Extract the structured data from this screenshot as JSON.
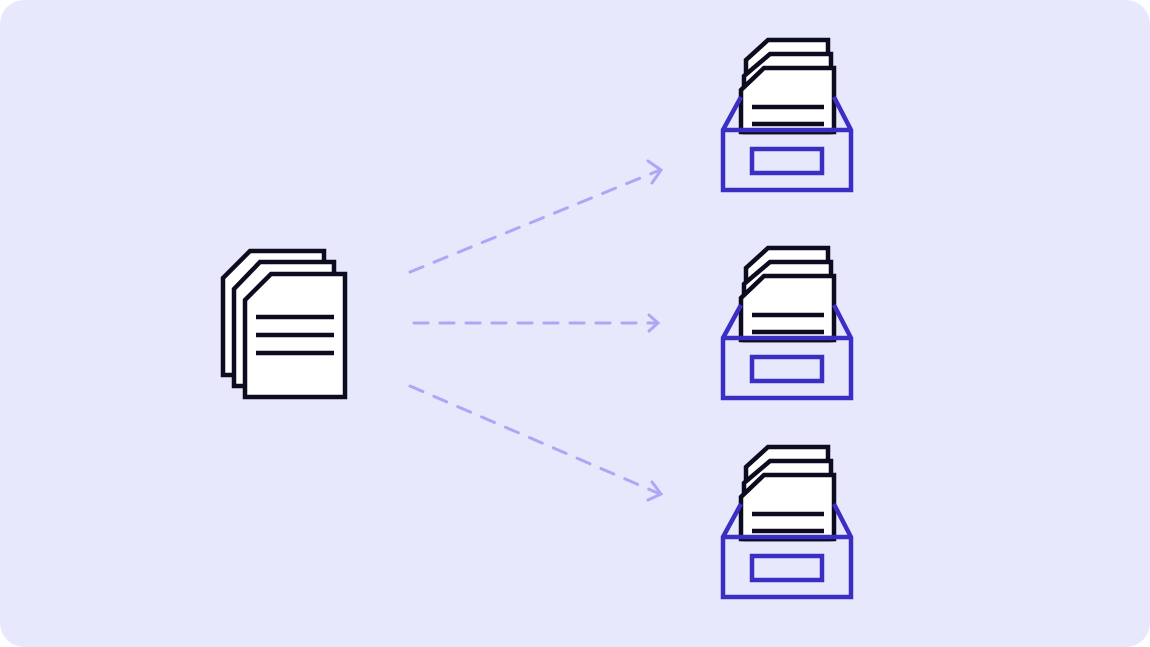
{
  "colors": {
    "background": "#e8e8fd",
    "document_stroke": "#0d0b1f",
    "document_fill": "#ffffff",
    "tray_stroke": "#3a2fc2",
    "arrow": "#aba8f5"
  },
  "diagram": {
    "source": {
      "icon": "document-stack-icon"
    },
    "arrows": [
      {
        "name": "arrow-to-top-tray",
        "style": "dashed"
      },
      {
        "name": "arrow-to-middle-tray",
        "style": "dashed"
      },
      {
        "name": "arrow-to-bottom-tray",
        "style": "dashed"
      }
    ],
    "targets": [
      {
        "icon": "file-tray-icon"
      },
      {
        "icon": "file-tray-icon"
      },
      {
        "icon": "file-tray-icon"
      }
    ]
  }
}
